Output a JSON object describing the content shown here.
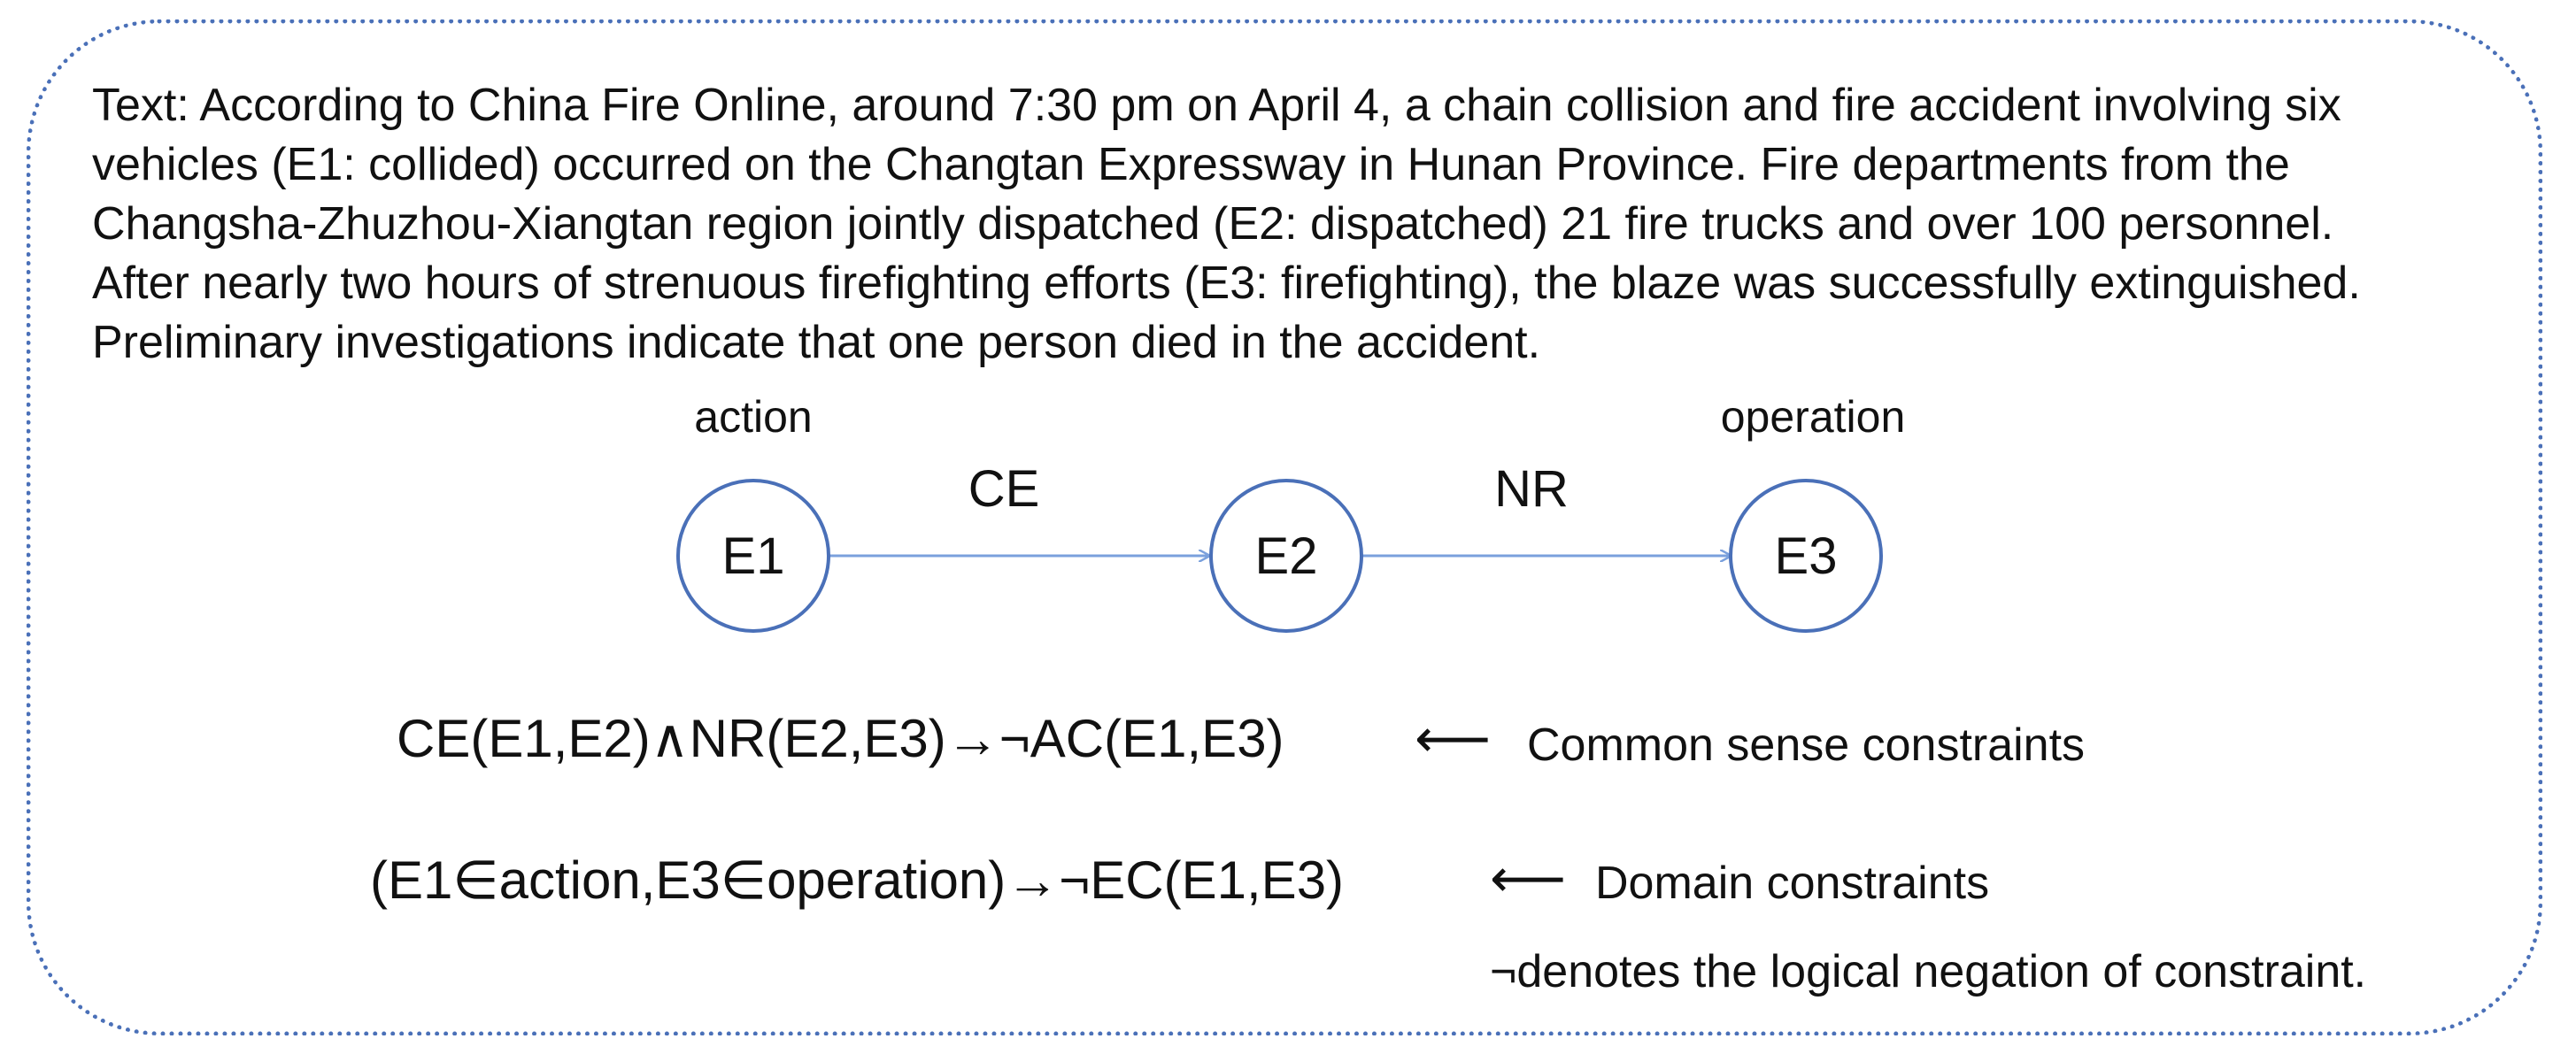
{
  "text_lines": [
    "Text: According to China Fire Online, around 7:30 pm on April 4, a chain collision and fire accident involving six",
    "vehicles (E1: collided) occurred on the Changtan Expressway in Hunan Province. Fire departments from the",
    "Changsha-Zhuzhou-Xiangtan region jointly dispatched (E2: dispatched) 21 fire trucks and over 100 personnel.",
    "After nearly two hours of strenuous firefighting efforts (E3: firefighting), the blaze was successfully extinguished.",
    "Preliminary investigations indicate that one person died in the accident."
  ],
  "graph": {
    "nodes": [
      {
        "id": "E1",
        "label": "E1",
        "type_label": "action"
      },
      {
        "id": "E2",
        "label": "E2",
        "type_label": ""
      },
      {
        "id": "E3",
        "label": "E3",
        "type_label": "operation"
      }
    ],
    "edges": [
      {
        "from": "E1",
        "to": "E2",
        "label": "CE"
      },
      {
        "from": "E2",
        "to": "E3",
        "label": "NR"
      }
    ]
  },
  "constraints": [
    {
      "formula": "CE(E1,E2)∧NR(E2,E3)→¬AC(E1,E3)",
      "arrow": "⟵",
      "note": "Common sense constraints"
    },
    {
      "formula": "(E1∈action,E3∈operation)→¬EC(E1,E3)",
      "arrow": "⟵",
      "note": "Domain constraints"
    }
  ],
  "footnote": "¬denotes the logical negation of constraint.",
  "colors": {
    "node_stroke": "#4a70b8",
    "edge_stroke": "#7aa0dc",
    "frame_stroke": "#4a70b8"
  }
}
